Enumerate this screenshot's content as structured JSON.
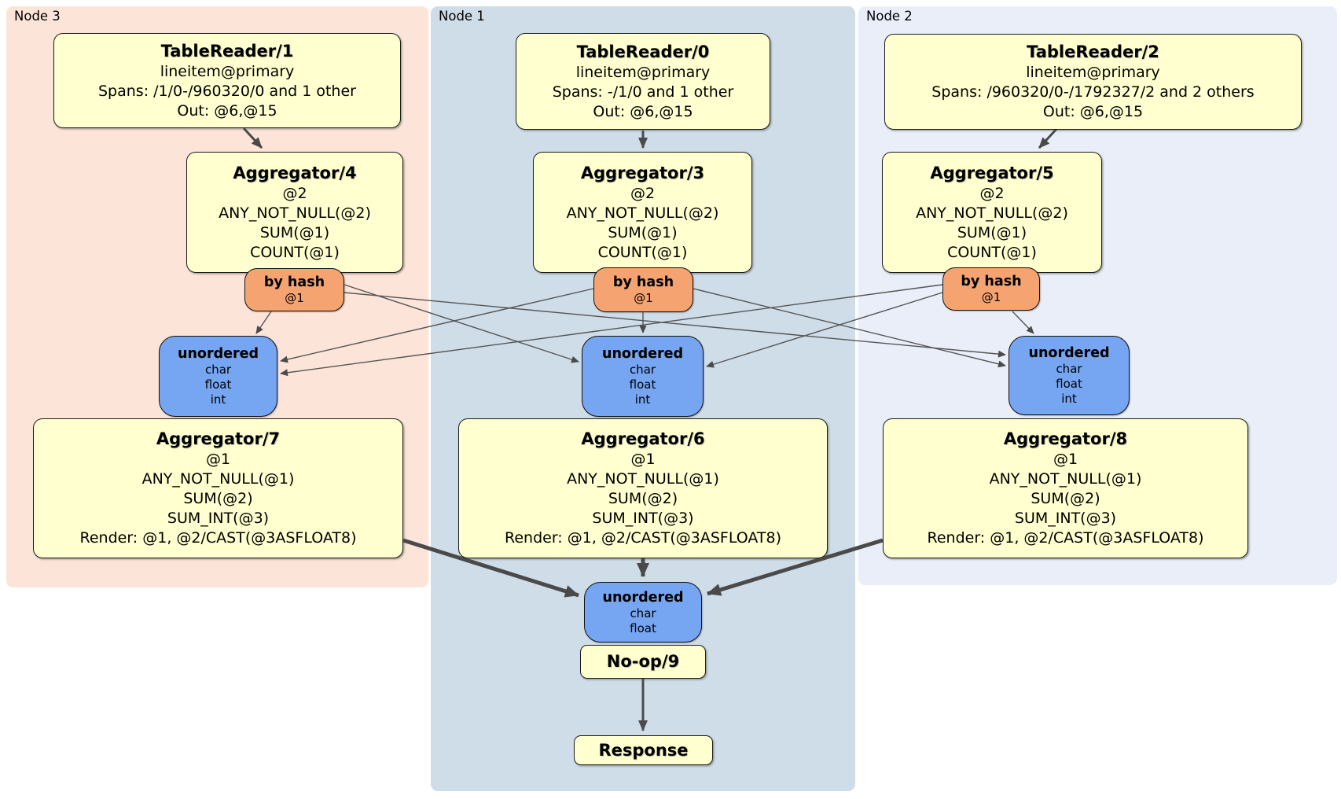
{
  "regions": [
    {
      "label": "Node 3"
    },
    {
      "label": "Node 1"
    },
    {
      "label": "Node 2"
    }
  ],
  "boxes": {
    "tr1": {
      "title": "TableReader/1",
      "lines": [
        "lineitem@primary",
        "Spans: /1/0-/960320/0 and 1 other",
        "Out: @6,@15"
      ]
    },
    "tr0": {
      "title": "TableReader/0",
      "lines": [
        "lineitem@primary",
        "Spans: -/1/0 and 1 other",
        "Out: @6,@15"
      ]
    },
    "tr2": {
      "title": "TableReader/2",
      "lines": [
        "lineitem@primary",
        "Spans: /960320/0-/1792327/2 and 2 others",
        "Out: @6,@15"
      ]
    },
    "agg4": {
      "title": "Aggregator/4",
      "lines": [
        "@2",
        "ANY_NOT_NULL(@2)",
        "SUM(@1)",
        "COUNT(@1)"
      ]
    },
    "agg3": {
      "title": "Aggregator/3",
      "lines": [
        "@2",
        "ANY_NOT_NULL(@2)",
        "SUM(@1)",
        "COUNT(@1)"
      ]
    },
    "agg5": {
      "title": "Aggregator/5",
      "lines": [
        "@2",
        "ANY_NOT_NULL(@2)",
        "SUM(@1)",
        "COUNT(@1)"
      ]
    },
    "router3": {
      "title": "by hash",
      "sub": "@1"
    },
    "router1": {
      "title": "by hash",
      "sub": "@1"
    },
    "router2": {
      "title": "by hash",
      "sub": "@1"
    },
    "un3": {
      "title": "unordered",
      "lines": [
        "char",
        "float",
        "int"
      ]
    },
    "un1": {
      "title": "unordered",
      "lines": [
        "char",
        "float",
        "int"
      ]
    },
    "un2": {
      "title": "unordered",
      "lines": [
        "char",
        "float",
        "int"
      ]
    },
    "agg7": {
      "title": "Aggregator/7",
      "lines": [
        "@1",
        "ANY_NOT_NULL(@1)",
        "SUM(@2)",
        "SUM_INT(@3)",
        "Render: @1, @2/CAST(@3ASFLOAT8)"
      ]
    },
    "agg6": {
      "title": "Aggregator/6",
      "lines": [
        "@1",
        "ANY_NOT_NULL(@1)",
        "SUM(@2)",
        "SUM_INT(@3)",
        "Render: @1, @2/CAST(@3ASFLOAT8)"
      ]
    },
    "agg8": {
      "title": "Aggregator/8",
      "lines": [
        "@1",
        "ANY_NOT_NULL(@1)",
        "SUM(@2)",
        "SUM_INT(@3)",
        "Render: @1, @2/CAST(@3ASFLOAT8)"
      ]
    },
    "unfinal": {
      "title": "unordered",
      "lines": [
        "char",
        "float"
      ]
    },
    "noop": {
      "title": "No-op/9"
    },
    "response": {
      "title": "Response"
    }
  },
  "colors": {
    "node3_band": "#fce4d8",
    "node1_band": "#cfdde9",
    "node2_band": "#e9eef8",
    "processor_fill": "#ffffcf",
    "router_fill": "#f5a471",
    "sync_fill": "#76a5f2",
    "edge": "#4a4a4a"
  }
}
